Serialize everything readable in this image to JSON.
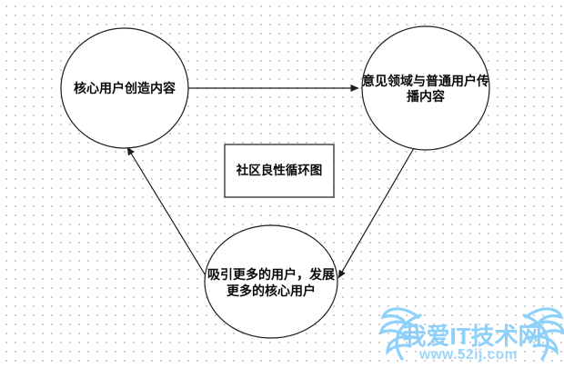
{
  "colors": {
    "line": "#1c1c1c",
    "node-fill": "#ffffff",
    "grid-dot": "#cdcdcd",
    "watermark": "#8dd0fa",
    "watermark-light": "#9bd6fb"
  },
  "diagram": {
    "title": "社区良性循环图",
    "nodes": [
      {
        "id": "core-users-create",
        "label": "核心用户创造内容",
        "lines": [
          "核心用户创造内容"
        ]
      },
      {
        "id": "opinion-leaders-spread",
        "label": "意见领域与普通用户传播内容",
        "lines": [
          "意见领域与普通用户传",
          "播内容"
        ]
      },
      {
        "id": "attract-more-users",
        "label": "吸引更多的用户，发展更多的核心用户",
        "lines": [
          "吸引更多的用户，发展",
          "更多的核心用户"
        ]
      }
    ],
    "edges": [
      {
        "from": "core-users-create",
        "to": "opinion-leaders-spread"
      },
      {
        "from": "opinion-leaders-spread",
        "to": "attract-more-users"
      },
      {
        "from": "attract-more-users",
        "to": "core-users-create"
      }
    ]
  },
  "watermark": {
    "site_name": "我爱IT技术网",
    "site_url": "www.52ij.com"
  }
}
